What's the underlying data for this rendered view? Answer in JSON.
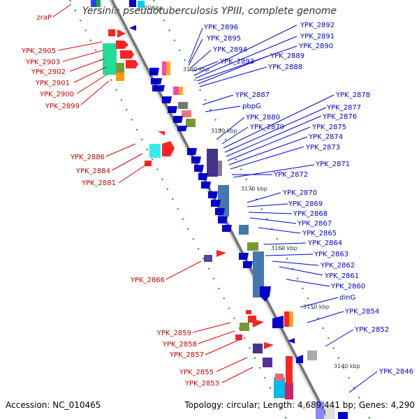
{
  "title": "Yersinia pseudotuberculosis YPIII, complete genome",
  "footer": {
    "accession": "Accession: NC_010465",
    "summary": "Topology: circular; Length: 4,689,441 bp; Genes: 4,290"
  },
  "colors": {
    "forward": "#0000cc",
    "reverse": "#cc0000",
    "backbone": "#888888"
  },
  "kbp_marks": [
    {
      "text": "3200 kbp"
    },
    {
      "text": "3190 kbp"
    },
    {
      "text": "3180 kbp"
    },
    {
      "text": "3170 kbp"
    },
    {
      "text": "3160 kbp"
    },
    {
      "text": "3150 kbp"
    },
    {
      "text": "3140 kbp"
    }
  ],
  "forward_labels": [
    "YPK_2896",
    "YPK_2892",
    "YPK_2895",
    "YPK_2891",
    "YPK_2894",
    "YPK_2890",
    "YPK_2893",
    "YPK_2889",
    "YPK_2888",
    "YPK_2887",
    "YPK_2878",
    "pbpG",
    "YPK_2877",
    "YPK_2880",
    "YPK_2876",
    "YPK_2879",
    "YPK_2875",
    "YPK_2874",
    "YPK_2873",
    "YPK_2871",
    "YPK_2872",
    "YPK_2870",
    "YPK_2869",
    "YPK_2868",
    "YPK_2867",
    "YPK_2865",
    "YPK_2864",
    "YPK_2863",
    "YPK_2862",
    "YPK_2861",
    "YPK_2860",
    "dinG",
    "YPK_2854",
    "YPK_2852",
    "YPK_2846"
  ],
  "reverse_labels": [
    "zraP",
    "YPK_2905",
    "YPK_2903",
    "YPK_2902",
    "YPK_2901",
    "YPK_2900",
    "YPK_2899",
    "YPK_2886",
    "YPK_2884",
    "YPK_2881",
    "YPK_2866",
    "YPK_2859",
    "YPK_2858",
    "YPK_2857",
    "YPK_2855",
    "YPK_2853"
  ]
}
